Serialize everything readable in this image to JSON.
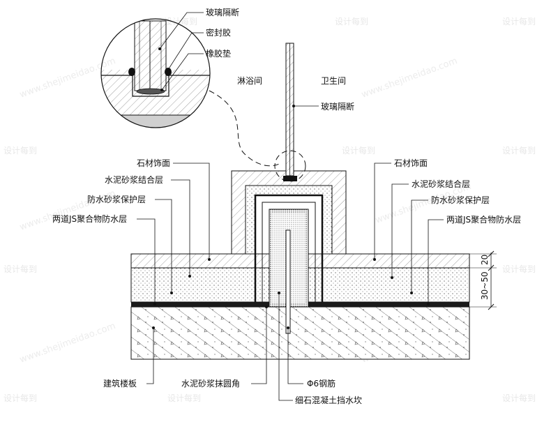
{
  "watermark": {
    "cn": "设计每到",
    "latin": "www.shejimeidao.com"
  },
  "rooms": {
    "shower": "淋浴间",
    "bathroom": "卫生间"
  },
  "detail_labels": {
    "glass": "玻璃隔断",
    "sealant": "密封胶",
    "rubber_pad": "橡胶垫"
  },
  "glass_label": "玻璃隔断",
  "left_layers": {
    "stone": "石材饰面",
    "bond": "水泥砂浆结合层",
    "protect": "防水砂浆保护层",
    "membrane": "两道JS聚合物防水层"
  },
  "right_layers": {
    "stone": "石材饰面",
    "bond": "水泥砂浆结合层",
    "protect": "防水砂浆保护层",
    "membrane": "两道JS聚合物防水层"
  },
  "bottom_labels": {
    "slab": "建筑楼板",
    "fillet": "水泥砂浆抹圆角",
    "rebar": "Φ6钢筋",
    "curb": "细石混凝土挡水坎"
  },
  "dimensions": {
    "top": "20",
    "bottom": "30~50"
  },
  "colors": {
    "line": "#111111",
    "fill_light": "#f2f2f2",
    "fill_dark": "#222222"
  }
}
